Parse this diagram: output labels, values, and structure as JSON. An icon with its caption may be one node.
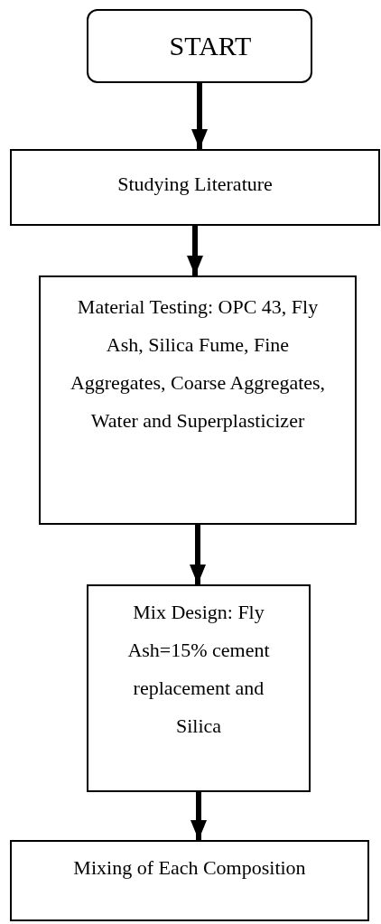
{
  "diagram": {
    "nodes": [
      {
        "text": [
          "START"
        ]
      },
      {
        "text": [
          "Studying Literature"
        ]
      },
      {
        "text": [
          "Material Testing: OPC 43, Fly Ash, Silica Fume, Fine Aggregates, Coarse Aggregates, Water and Superplasticizer"
        ]
      },
      {
        "text": [
          "Mix Design: Fly Ash=15% cement replacement and Silica"
        ]
      },
      {
        "text": [
          "Mixing of Each Composition"
        ]
      }
    ],
    "edges": [
      {
        "from": 0,
        "to": 1,
        "arrow": "to"
      },
      {
        "from": 1,
        "to": 2,
        "arrow": "to"
      },
      {
        "from": 2,
        "to": 3,
        "arrow": "to"
      },
      {
        "from": 3,
        "to": 4,
        "arrow": "to"
      }
    ]
  }
}
